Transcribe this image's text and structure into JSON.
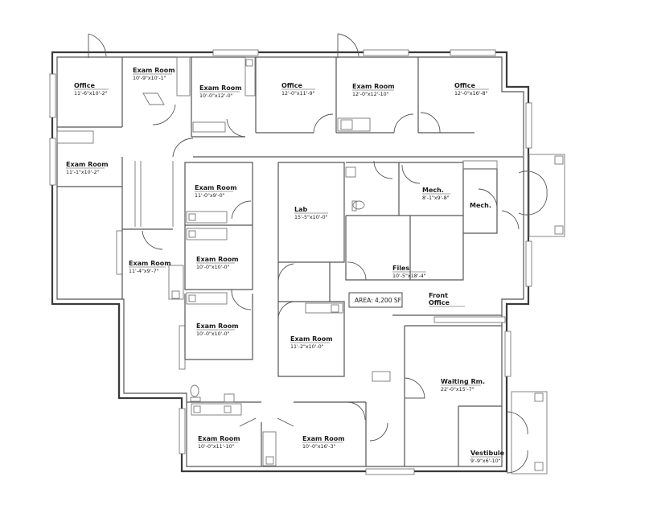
{
  "plan": {
    "area_label": "AREA: 4,200 SF",
    "rooms": [
      {
        "name": "Office",
        "dims": "11'-6\"x10'-2\""
      },
      {
        "name": "Exam Room",
        "dims": "10'-9\"x10'-1\""
      },
      {
        "name": "Exam Room",
        "dims": "10'-0\"x12'-0\""
      },
      {
        "name": "Office",
        "dims": "12'-0\"x11'-9\""
      },
      {
        "name": "Exam Room",
        "dims": "12'-0\"x12'-10\""
      },
      {
        "name": "Office",
        "dims": "12'-0\"x16'-8\""
      },
      {
        "name": "Exam Room",
        "dims": "11'-1\"x10'-2\""
      },
      {
        "name": "Exam Room",
        "dims": "11'-0\"x9'-0\""
      },
      {
        "name": "Lab",
        "dims": "15'-5\"x10'-0\""
      },
      {
        "name": "Mech.",
        "dims": "8'-1\"x9'-8\""
      },
      {
        "name": "Mech.",
        "dims": ""
      },
      {
        "name": "Exam Room",
        "dims": "11'-4\"x9'-7\""
      },
      {
        "name": "Exam Room",
        "dims": "10'-0\"x10'-0\""
      },
      {
        "name": "Files",
        "dims": "10'-5\"x18'-4\""
      },
      {
        "name": "Front",
        "dims": "Office"
      },
      {
        "name": "Exam Room",
        "dims": "10'-0\"x10'-0\""
      },
      {
        "name": "Exam Room",
        "dims": "11'-2\"x10'-0\""
      },
      {
        "name": "Waiting Rm.",
        "dims": "22'-0\"x15'-7\""
      },
      {
        "name": "Exam Room",
        "dims": "10'-0\"x11'-10\""
      },
      {
        "name": "Exam Room",
        "dims": "10'-0\"x16'-3\""
      },
      {
        "name": "Vestibule",
        "dims": "9'-9\"x6'-10\""
      }
    ]
  }
}
